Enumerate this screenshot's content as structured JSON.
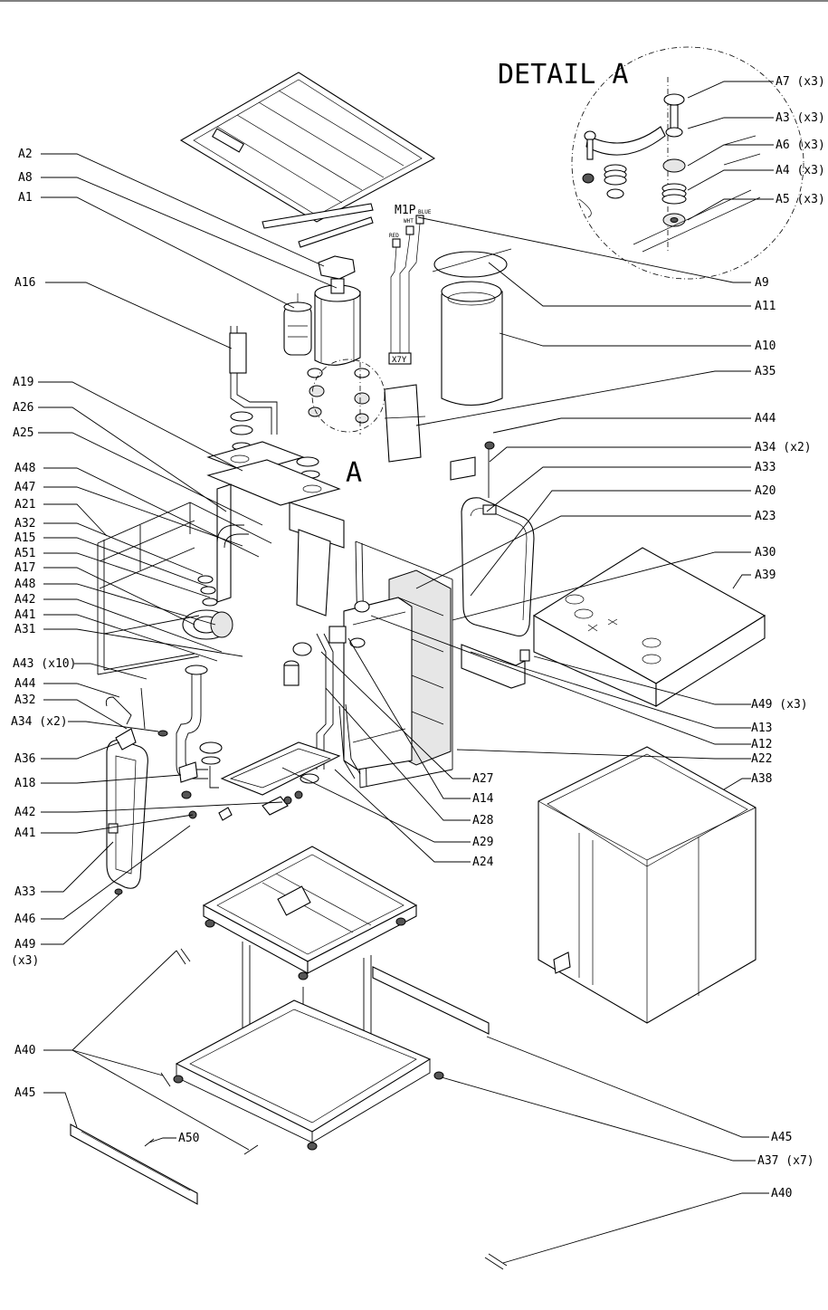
{
  "detail": {
    "title": "DETAIL A",
    "marker": "A"
  },
  "wiring": {
    "code": "M1P",
    "wire_blue": "BLUE",
    "wire_white": "WHT",
    "wire_red": "RED",
    "connector": "X7Y"
  },
  "callouts": {
    "A1": "A1",
    "A2": "A2",
    "A3": "A3 (x3)",
    "A4": "A4 (x3)",
    "A5": "A5 (x3)",
    "A6": "A6 (x3)",
    "A7": "A7 (x3)",
    "A8": "A8",
    "A9": "A9",
    "A10": "A10",
    "A11": "A11",
    "A12": "A12",
    "A13": "A13",
    "A14": "A14",
    "A15": "A15",
    "A16": "A16",
    "A17": "A17",
    "A18": "A18",
    "A19": "A19",
    "A20": "A20",
    "A21": "A21",
    "A22": "A22",
    "A23": "A23",
    "A24": "A24",
    "A25": "A25",
    "A26": "A26",
    "A27": "A27",
    "A28": "A28",
    "A29": "A29",
    "A30": "A30",
    "A31": "A31",
    "A32a": "A32",
    "A32b": "A32",
    "A33a": "A33",
    "A33b": "A33",
    "A34a": "A34 (x2)",
    "A34b": "A34 (x2)",
    "A35": "A35",
    "A36": "A36",
    "A37": "A37 (x7)",
    "A38": "A38",
    "A39": "A39",
    "A40a": "A40",
    "A40b": "A40",
    "A41a": "A41",
    "A41b": "A41",
    "A42a": "A42",
    "A42b": "A42",
    "A43": "A43 (x10)",
    "A44a": "A44",
    "A44b": "A44",
    "A45a": "A45",
    "A45b": "A45",
    "A46": "A46",
    "A47": "A47",
    "A48a": "A48",
    "A48b": "A48",
    "A49a": "A49 (x3)",
    "A49b_line1": "A49",
    "A49b_line2": "(x3)",
    "A50": "A50",
    "A51": "A51"
  }
}
